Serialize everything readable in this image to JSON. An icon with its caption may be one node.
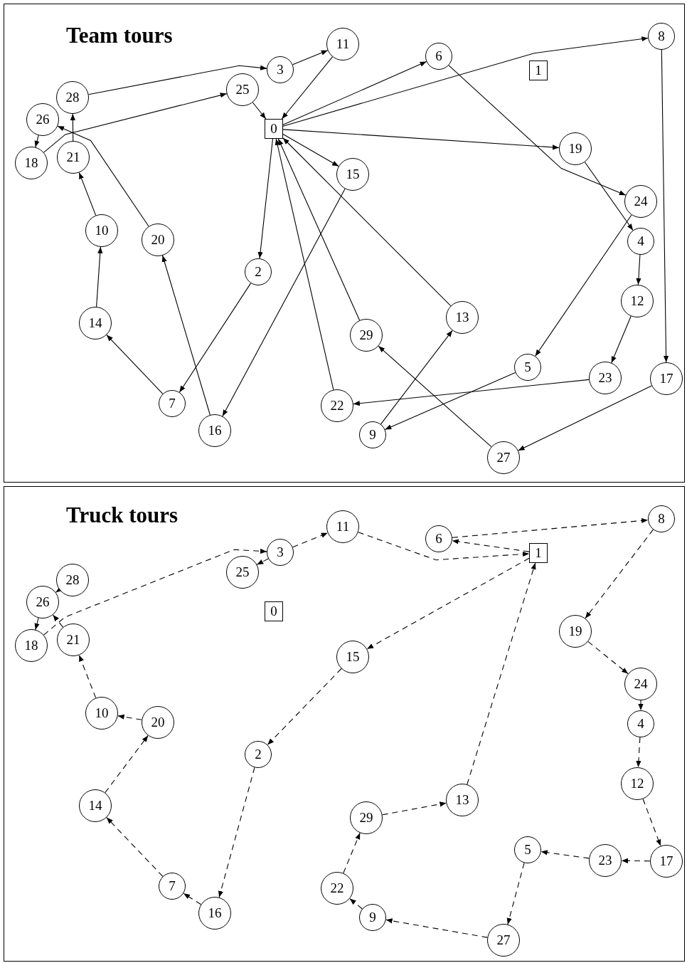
{
  "diagram": {
    "nodes": [
      {
        "text": [
          "Team tours"
        ]
      },
      {
        "text": [
          "0"
        ],
        "in": 0
      },
      {
        "text": [
          "1"
        ],
        "in": 0
      },
      {
        "text": [
          "2"
        ],
        "in": 0
      },
      {
        "text": [
          "3"
        ],
        "in": 0
      },
      {
        "text": [
          "4"
        ],
        "in": 0
      },
      {
        "text": [
          "5"
        ],
        "in": 0
      },
      {
        "text": [
          "6"
        ],
        "in": 0
      },
      {
        "text": [
          "7"
        ],
        "in": 0
      },
      {
        "text": [
          "8"
        ],
        "in": 0
      },
      {
        "text": [
          "9"
        ],
        "in": 0
      },
      {
        "text": [
          "10"
        ],
        "in": 0
      },
      {
        "text": [
          "11"
        ],
        "in": 0
      },
      {
        "text": [
          "12"
        ],
        "in": 0
      },
      {
        "text": [
          "13"
        ],
        "in": 0
      },
      {
        "text": [
          "14"
        ],
        "in": 0
      },
      {
        "text": [
          "15"
        ],
        "in": 0
      },
      {
        "text": [
          "16"
        ],
        "in": 0
      },
      {
        "text": [
          "17"
        ],
        "in": 0
      },
      {
        "text": [
          "18"
        ],
        "in": 0
      },
      {
        "text": [
          "19"
        ],
        "in": 0
      },
      {
        "text": [
          "20"
        ],
        "in": 0
      },
      {
        "text": [
          "21"
        ],
        "in": 0
      },
      {
        "text": [
          "22"
        ],
        "in": 0
      },
      {
        "text": [
          "23"
        ],
        "in": 0
      },
      {
        "text": [
          "24"
        ],
        "in": 0
      },
      {
        "text": [
          "25"
        ],
        "in": 0
      },
      {
        "text": [
          "26"
        ],
        "in": 0
      },
      {
        "text": [
          "27"
        ],
        "in": 0
      },
      {
        "text": [
          "28"
        ],
        "in": 0
      },
      {
        "text": [
          "29"
        ],
        "in": 0
      },
      {
        "text": [
          "Truck tours"
        ]
      },
      {
        "text": [
          "0"
        ],
        "in": 31
      },
      {
        "text": [
          "1"
        ],
        "in": 31
      },
      {
        "text": [
          "2"
        ],
        "in": 31
      },
      {
        "text": [
          "3"
        ],
        "in": 31
      },
      {
        "text": [
          "4"
        ],
        "in": 31
      },
      {
        "text": [
          "5"
        ],
        "in": 31
      },
      {
        "text": [
          "6"
        ],
        "in": 31
      },
      {
        "text": [
          "7"
        ],
        "in": 31
      },
      {
        "text": [
          "8"
        ],
        "in": 31
      },
      {
        "text": [
          "9"
        ],
        "in": 31
      },
      {
        "text": [
          "10"
        ],
        "in": 31
      },
      {
        "text": [
          "11"
        ],
        "in": 31
      },
      {
        "text": [
          "12"
        ],
        "in": 31
      },
      {
        "text": [
          "13"
        ],
        "in": 31
      },
      {
        "text": [
          "14"
        ],
        "in": 31
      },
      {
        "text": [
          "15"
        ],
        "in": 31
      },
      {
        "text": [
          "16"
        ],
        "in": 31
      },
      {
        "text": [
          "17"
        ],
        "in": 31
      },
      {
        "text": [
          "18"
        ],
        "in": 31
      },
      {
        "text": [
          "19"
        ],
        "in": 31
      },
      {
        "text": [
          "20"
        ],
        "in": 31
      },
      {
        "text": [
          "21"
        ],
        "in": 31
      },
      {
        "text": [
          "22"
        ],
        "in": 31
      },
      {
        "text": [
          "23"
        ],
        "in": 31
      },
      {
        "text": [
          "24"
        ],
        "in": 31
      },
      {
        "text": [
          "25"
        ],
        "in": 31
      },
      {
        "text": [
          "26"
        ],
        "in": 31
      },
      {
        "text": [
          "27"
        ],
        "in": 31
      },
      {
        "text": [
          "28"
        ],
        "in": 31
      },
      {
        "text": [
          "29"
        ],
        "in": 31
      }
    ],
    "edges": [
      {
        "from": 29,
        "to": 4,
        "arrow": "to"
      },
      {
        "from": 4,
        "to": 12,
        "arrow": "to"
      },
      {
        "from": 12,
        "to": 1,
        "arrow": "to"
      },
      {
        "from": 26,
        "to": 1,
        "arrow": "to"
      },
      {
        "from": 19,
        "to": 26,
        "arrow": "to"
      },
      {
        "from": 22,
        "to": 29,
        "arrow": "to"
      },
      {
        "from": 27,
        "to": 19,
        "arrow": "to"
      },
      {
        "from": 21,
        "to": 27,
        "arrow": "to"
      },
      {
        "from": 11,
        "to": 22,
        "arrow": "to"
      },
      {
        "from": 15,
        "to": 11,
        "arrow": "to"
      },
      {
        "from": 8,
        "to": 15,
        "arrow": "to"
      },
      {
        "from": 3,
        "to": 8,
        "arrow": "to"
      },
      {
        "from": 1,
        "to": 3,
        "arrow": "to"
      },
      {
        "from": 1,
        "to": 16,
        "arrow": "to"
      },
      {
        "from": 16,
        "to": 17,
        "arrow": "to"
      },
      {
        "from": 17,
        "to": 21,
        "arrow": "to"
      },
      {
        "from": 1,
        "to": 7,
        "arrow": "to"
      },
      {
        "from": 7,
        "to": 25,
        "arrow": "to"
      },
      {
        "from": 25,
        "to": 6,
        "arrow": "to"
      },
      {
        "from": 6,
        "to": 10,
        "arrow": "to"
      },
      {
        "from": 10,
        "to": 14,
        "arrow": "to"
      },
      {
        "from": 14,
        "to": 1,
        "arrow": "to"
      },
      {
        "from": 1,
        "to": 9,
        "arrow": "to"
      },
      {
        "from": 9,
        "to": 18,
        "arrow": "to"
      },
      {
        "from": 18,
        "to": 28,
        "arrow": "to"
      },
      {
        "from": 28,
        "to": 30,
        "arrow": "to"
      },
      {
        "from": 30,
        "to": 1,
        "arrow": "to"
      },
      {
        "from": 1,
        "to": 20,
        "arrow": "to"
      },
      {
        "from": 20,
        "to": 5,
        "arrow": "to"
      },
      {
        "from": 5,
        "to": 13,
        "arrow": "to"
      },
      {
        "from": 13,
        "to": 24,
        "arrow": "to"
      },
      {
        "from": 24,
        "to": 23,
        "arrow": "to"
      },
      {
        "from": 23,
        "to": 1,
        "arrow": "to"
      },
      {
        "from": 43,
        "to": 33,
        "arrow": "to",
        "style": "dashed"
      },
      {
        "from": 33,
        "to": 38,
        "arrow": "to",
        "style": "dashed"
      },
      {
        "from": 38,
        "to": 40,
        "arrow": "to",
        "style": "dashed"
      },
      {
        "from": 40,
        "to": 51,
        "arrow": "to",
        "style": "dashed"
      },
      {
        "from": 51,
        "to": 56,
        "arrow": "to",
        "style": "dashed"
      },
      {
        "from": 56,
        "to": 36,
        "arrow": "to",
        "style": "dashed"
      },
      {
        "from": 36,
        "to": 44,
        "arrow": "to",
        "style": "dashed"
      },
      {
        "from": 44,
        "to": 49,
        "arrow": "to",
        "style": "dashed"
      },
      {
        "from": 49,
        "to": 55,
        "arrow": "to",
        "style": "dashed"
      },
      {
        "from": 55,
        "to": 37,
        "arrow": "to",
        "style": "dashed"
      },
      {
        "from": 37,
        "to": 59,
        "arrow": "to",
        "style": "dashed"
      },
      {
        "from": 59,
        "to": 41,
        "arrow": "to",
        "style": "dashed"
      },
      {
        "from": 41,
        "to": 54,
        "arrow": "to",
        "style": "dashed"
      },
      {
        "from": 54,
        "to": 61,
        "arrow": "to",
        "style": "dashed"
      },
      {
        "from": 61,
        "to": 45,
        "arrow": "to",
        "style": "dashed"
      },
      {
        "from": 45,
        "to": 33,
        "arrow": "to",
        "style": "dashed"
      },
      {
        "from": 33,
        "to": 47,
        "arrow": "to",
        "style": "dashed"
      },
      {
        "from": 47,
        "to": 34,
        "arrow": "to",
        "style": "dashed"
      },
      {
        "from": 34,
        "to": 48,
        "arrow": "to",
        "style": "dashed"
      },
      {
        "from": 48,
        "to": 39,
        "arrow": "to",
        "style": "dashed"
      },
      {
        "from": 39,
        "to": 46,
        "arrow": "to",
        "style": "dashed"
      },
      {
        "from": 46,
        "to": 52,
        "arrow": "to",
        "style": "dashed"
      },
      {
        "from": 52,
        "to": 42,
        "arrow": "to",
        "style": "dashed"
      },
      {
        "from": 42,
        "to": 53,
        "arrow": "to",
        "style": "dashed"
      },
      {
        "from": 53,
        "to": 58,
        "arrow": "to",
        "style": "dashed"
      },
      {
        "from": 60,
        "to": 58,
        "arrow": "to",
        "style": "dashed"
      },
      {
        "from": 58,
        "to": 50,
        "arrow": "to",
        "style": "dashed"
      },
      {
        "from": 50,
        "to": 35,
        "arrow": "to",
        "style": "dashed"
      },
      {
        "from": 35,
        "to": 57,
        "arrow": "to",
        "style": "dashed"
      },
      {
        "from": 35,
        "to": 43,
        "arrow": "to",
        "style": "dashed"
      }
    ]
  }
}
